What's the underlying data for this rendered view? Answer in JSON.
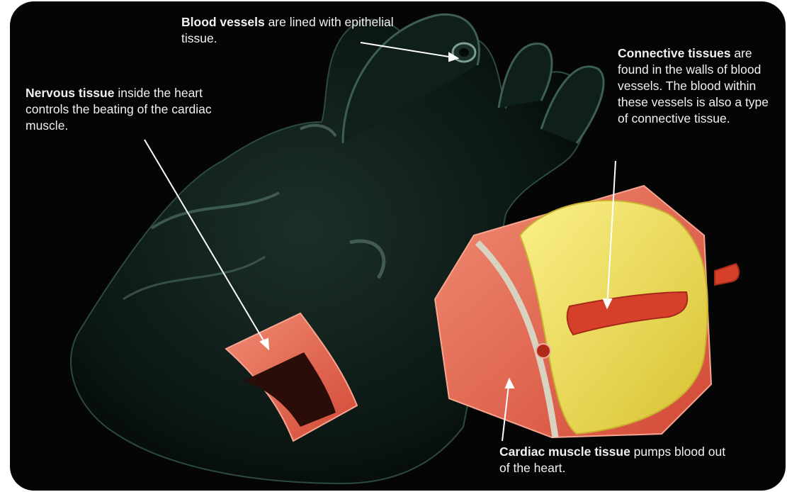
{
  "colors": {
    "background": "#050505",
    "heart": "#0d1c17",
    "heart_highlight": "#5f7f74",
    "muscle": "#e8604a",
    "fat": "#eedd45",
    "vessel_wall": "#d8d2c0",
    "text": "#f2f2f2"
  },
  "labels": {
    "blood_vessels": {
      "bold": "Blood vessels",
      "rest": " are lined with epithelial tissue."
    },
    "nervous_tissue": {
      "bold": "Nervous tissue",
      "rest": " inside the heart controls the beating of the cardiac muscle."
    },
    "connective_tissues": {
      "bold": "Connective tissues",
      "rest": " are found in the walls of blood vessels. The blood within these vessels is also a type of connective tissue."
    },
    "cardiac_muscle": {
      "bold": "Cardiac muscle tissue",
      "rest": " pumps blood out of the heart."
    }
  }
}
